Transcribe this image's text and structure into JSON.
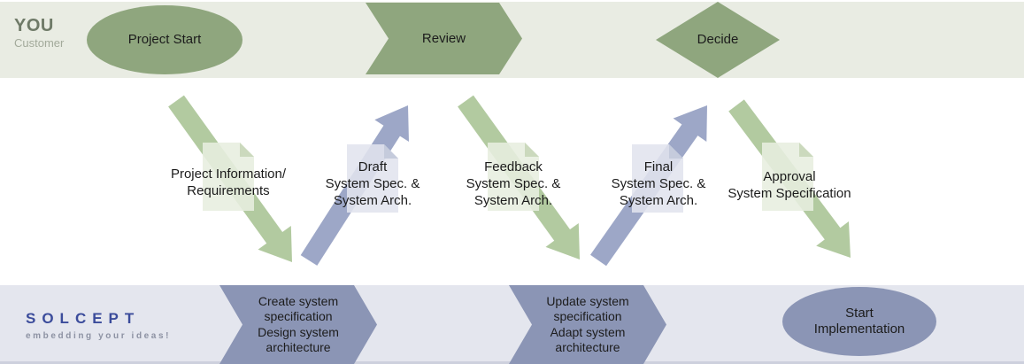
{
  "lanes": {
    "customer": {
      "title": "YOU",
      "subtitle": "Customer"
    },
    "company": {
      "title": "SOLCEPT",
      "subtitle": "embedding your ideas!"
    }
  },
  "customer_steps": [
    {
      "label": "Project Start",
      "shape": "ellipse"
    },
    {
      "label": "Review",
      "shape": "chevron"
    },
    {
      "label": "Decide",
      "shape": "diamond"
    }
  ],
  "company_steps": [
    {
      "shape": "chevron",
      "lines": [
        "Create system",
        "specification",
        "Design system",
        "architecture"
      ]
    },
    {
      "shape": "chevron",
      "lines": [
        "Update system",
        "specification",
        "Adapt system",
        "architecture"
      ]
    },
    {
      "shape": "ellipse",
      "lines": [
        "Start",
        "Implementation"
      ]
    }
  ],
  "documents": [
    {
      "lines": [
        "Project Information/",
        "Requirements"
      ],
      "direction": "down",
      "color": "green"
    },
    {
      "lines": [
        "Draft",
        "System Spec. &",
        "System Arch."
      ],
      "direction": "up",
      "color": "blue"
    },
    {
      "lines": [
        "Feedback",
        "System Spec. &",
        "System Arch."
      ],
      "direction": "down",
      "color": "green"
    },
    {
      "lines": [
        "Final",
        "System Spec. &",
        "System Arch."
      ],
      "direction": "up",
      "color": "blue"
    },
    {
      "lines": [
        "Approval",
        "System Specification"
      ],
      "direction": "down",
      "color": "green"
    }
  ],
  "colors": {
    "band-green": "#e9ece3",
    "band-blue": "#e4e6ee",
    "band-blue-edge": "#cdd0dd",
    "shape-green": "#8fa67e",
    "shape-blue": "#8b95b5",
    "arrow-green": "#aec79b",
    "arrow-blue": "#98a2c4",
    "doc-green": "#e7eedf",
    "doc-green-fold": "#cbd9bd",
    "doc-blue": "#e1e4ee",
    "doc-blue-fold": "#c5cbdc",
    "logo-blue": "#3b4c9b",
    "tagline-gray": "#8d92a3",
    "you-text": "#6f7a68",
    "subtitle-green": "#a3aa9b",
    "text-dark": "#1c1c1c"
  }
}
